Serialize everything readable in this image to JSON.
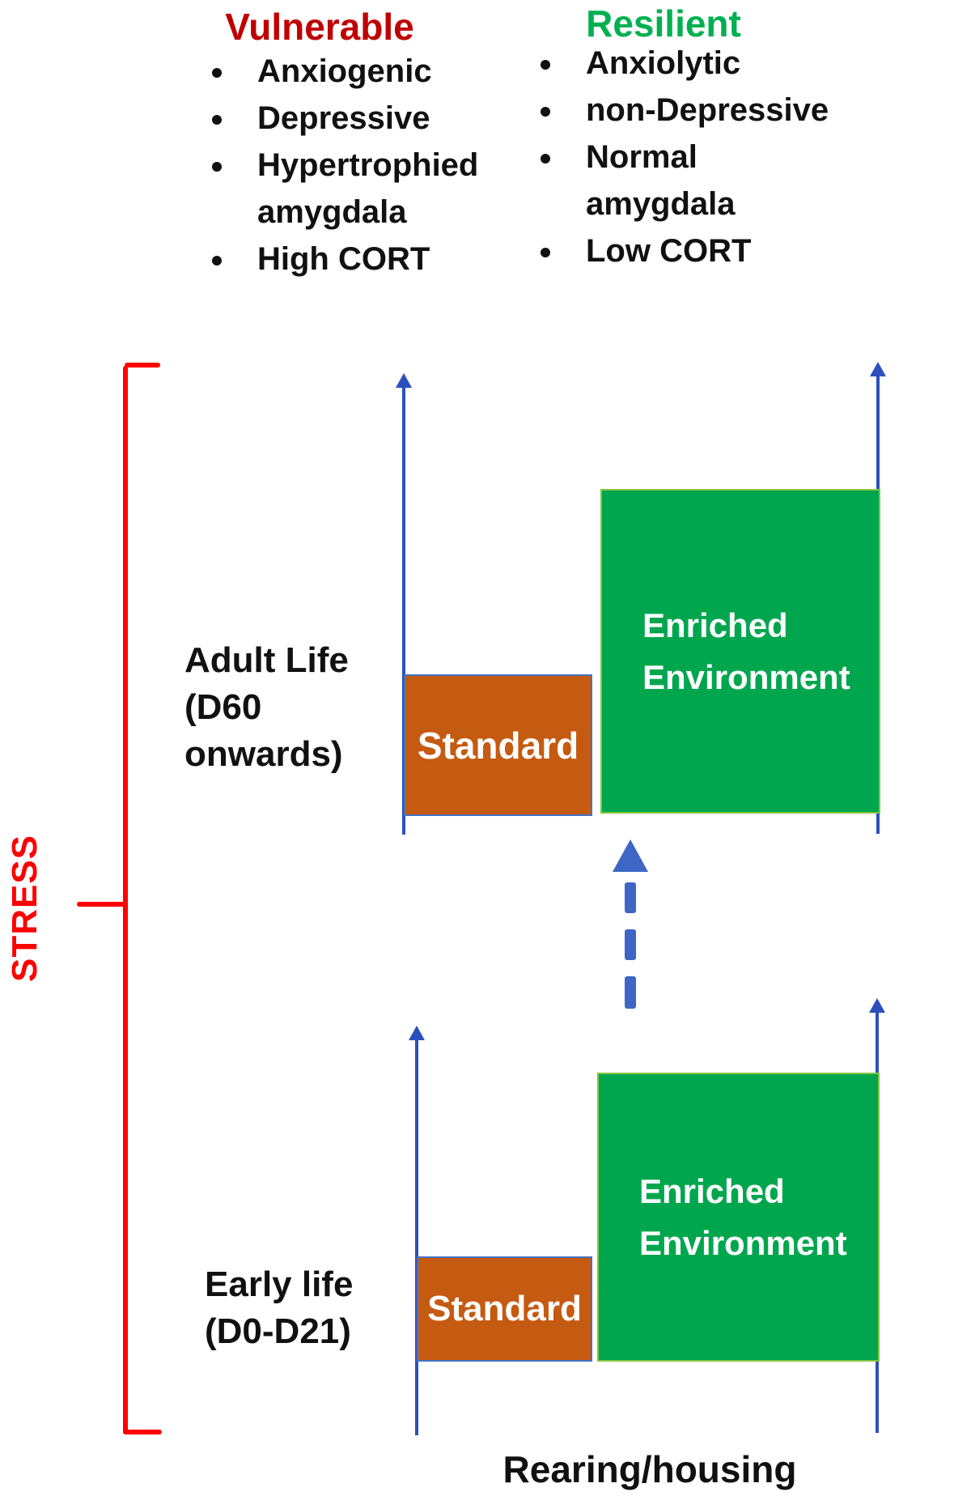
{
  "figure": {
    "outcomes": {
      "vulnerable": {
        "title": "Vulnerable",
        "color": "#c00000",
        "items": [
          "Anxiogenic",
          "Depressive",
          "Hypertrophied",
          "amygdala",
          "High CORT"
        ]
      },
      "resilient": {
        "title": "Resilient",
        "color": "#00b050",
        "items": [
          "Anxiolytic",
          "non-Depressive",
          "Normal",
          "amygdala",
          "Low CORT"
        ]
      }
    },
    "stress_label": "STRESS",
    "adult": {
      "label_line1": "Adult Life",
      "label_line2": "(D60",
      "label_line3": "onwards)",
      "standard_label": "Standard",
      "enriched_line1": "Enriched",
      "enriched_line2": "Environment"
    },
    "early": {
      "label_line1": "Early life",
      "label_line2": "(D0-D21)",
      "standard_label": "Standard",
      "enriched_line1": "Enriched",
      "enriched_line2": "Environment"
    },
    "footer_label": "Rearing/housing",
    "colors": {
      "axis_arrow_blue": "#2b50bd",
      "dashed_arrow_blue": "#3e66c4",
      "bracket_red": "#ff0000",
      "standard_box_fill": "#c55a11",
      "standard_box_border": "#4472c4",
      "enriched_box_fill": "#00a64e",
      "enriched_box_border": "#85c441",
      "vulnerable_heading_color": "#c00000",
      "resilient_heading_color": "#00b050"
    }
  }
}
